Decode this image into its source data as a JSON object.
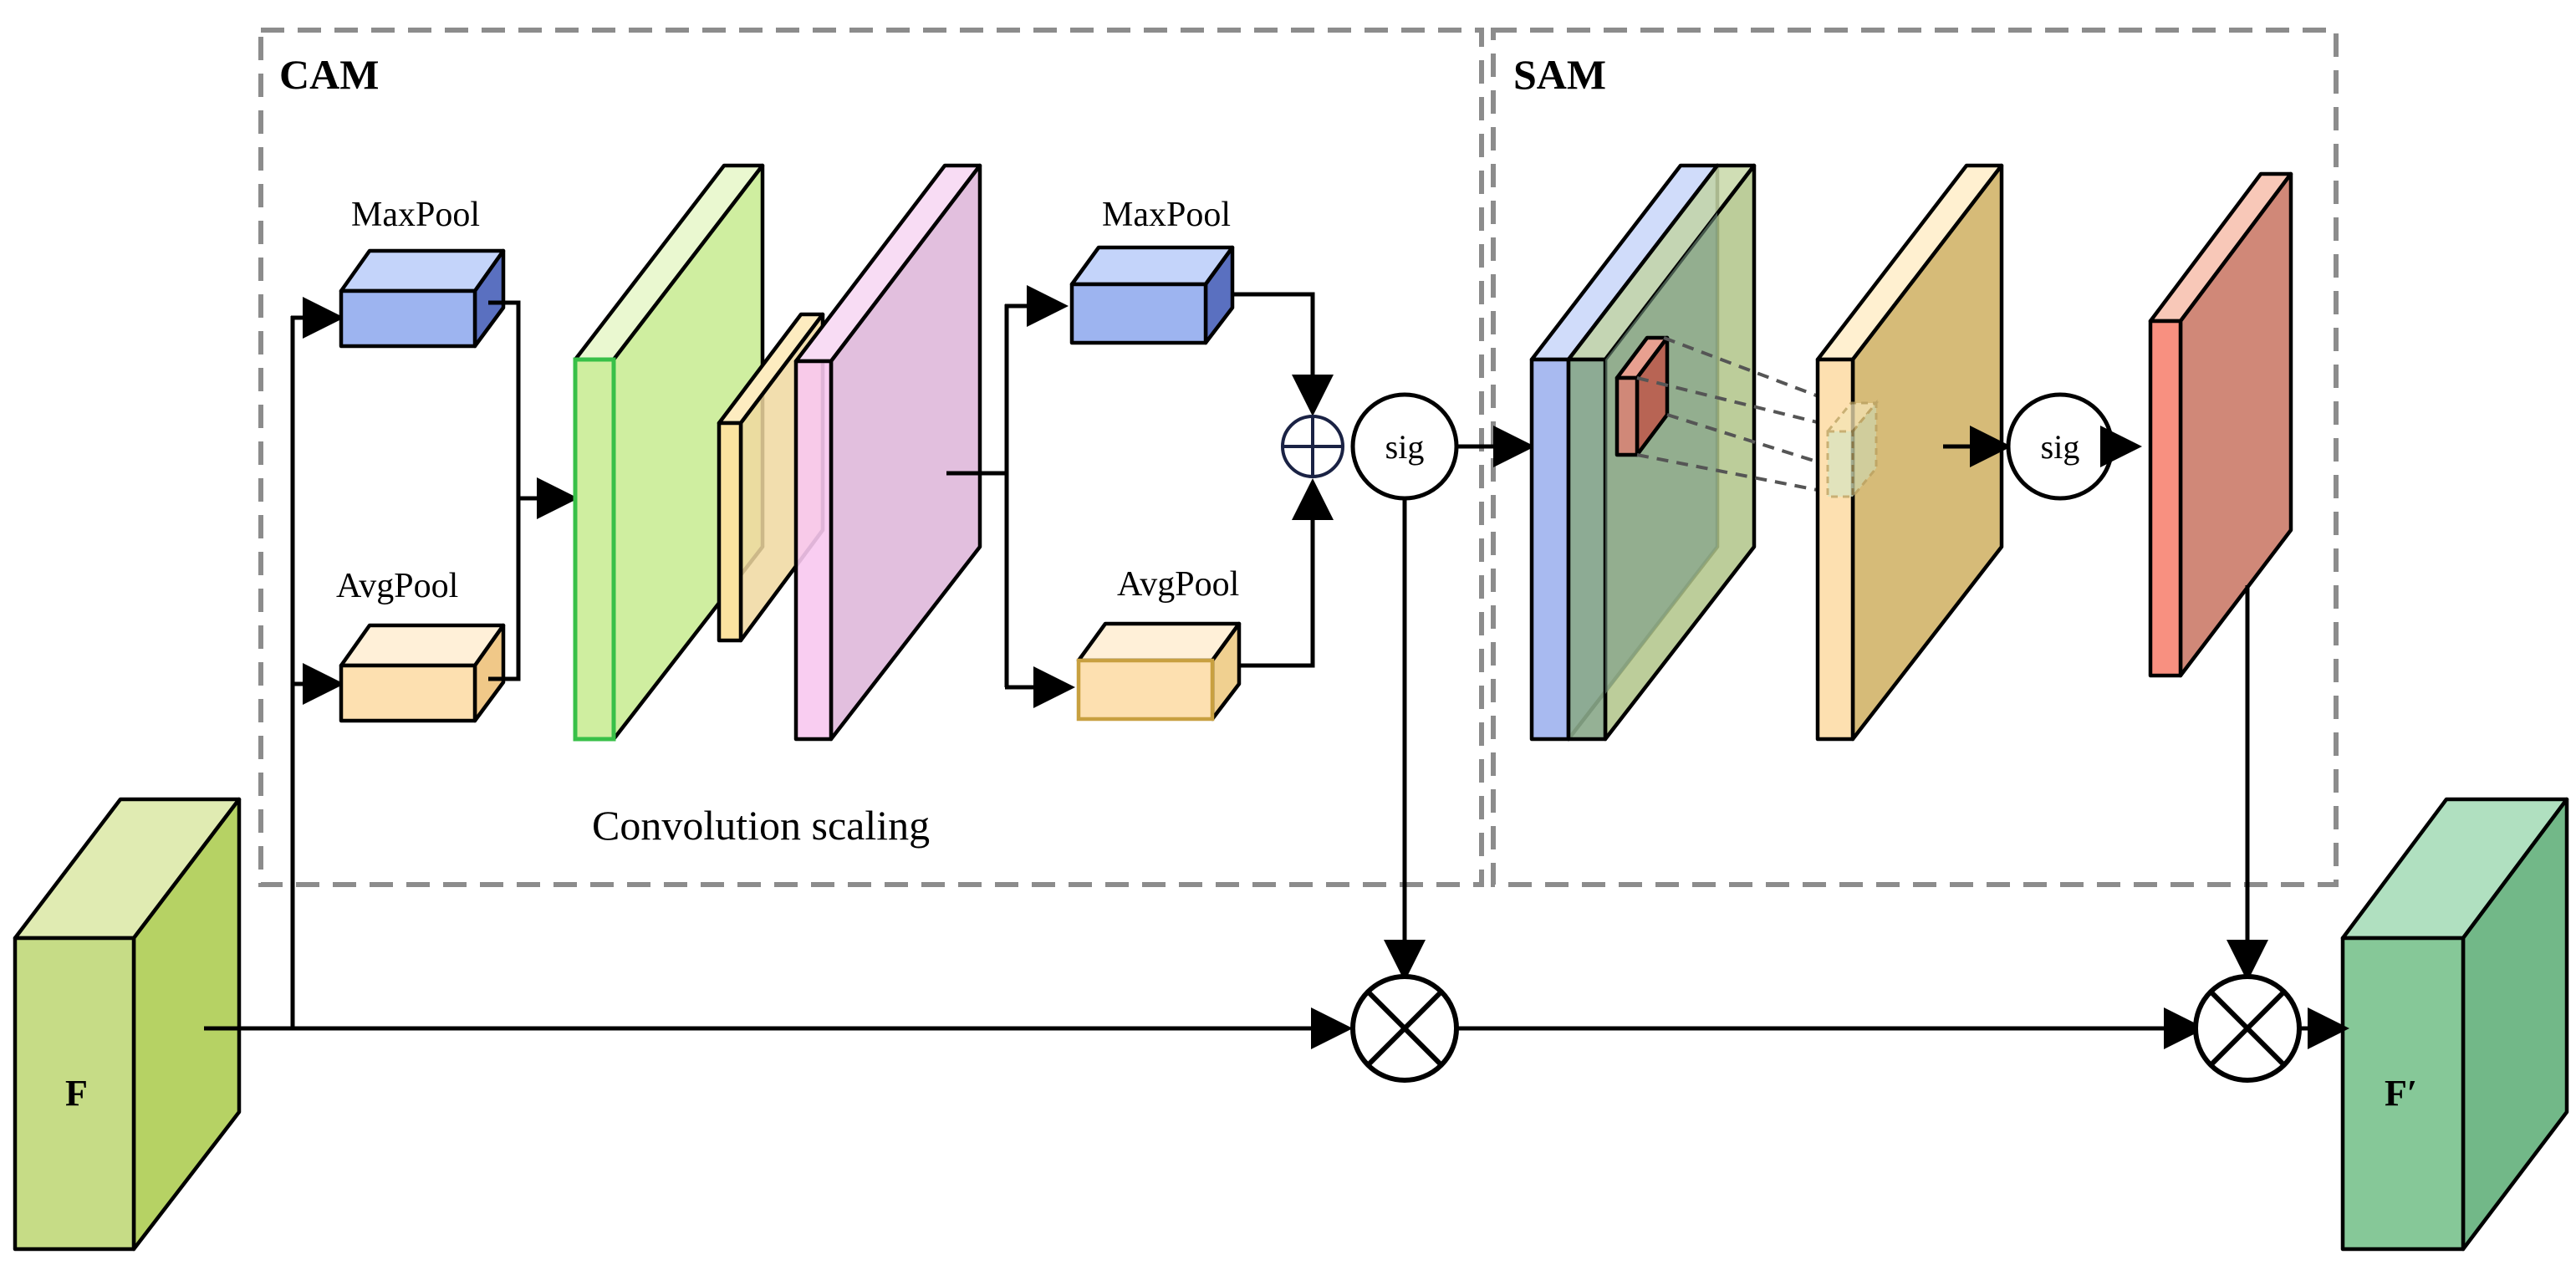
{
  "regions": {
    "cam_title": "CAM",
    "sam_title": "SAM"
  },
  "labels": {
    "maxpool_1": "MaxPool",
    "avgpool_1": "AvgPool",
    "maxpool_2": "MaxPool",
    "avgpool_2": "AvgPool",
    "conv_scaling": "Convolution scaling",
    "sig_1": "sig",
    "sig_2": "sig",
    "input_F": "F",
    "output_F": "F′"
  },
  "colors": {
    "maxpool_face": "#9db4f0",
    "avgpool_face": "#fde0b0",
    "green_block": "#cfeea0",
    "pink_block": "#e0bcdc",
    "yellow_thin": "#fbe3a0",
    "sam_blue": "#a8baf0",
    "sam_olive": "#8aa88a",
    "sam_tan": "#d6bb78",
    "sam_red": "#d08878",
    "input_green": "#c6dc86",
    "output_green": "#86c898",
    "region_border": "#8c8c8c"
  }
}
